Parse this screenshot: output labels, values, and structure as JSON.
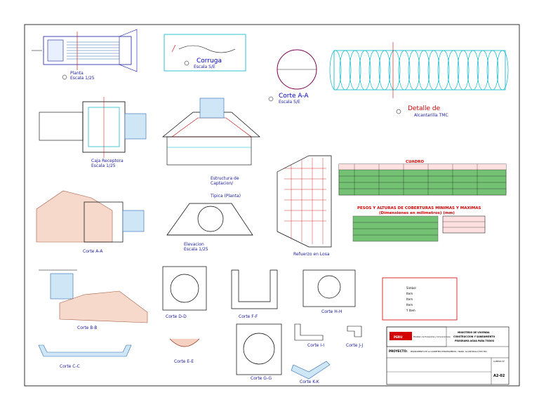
{
  "labels": {
    "planta": "Planta",
    "escala_planta": "Escala  1/25",
    "corruga": "Corruga",
    "escala_corruga": "Escala  S/E",
    "corte_aa": "Corte A-A",
    "escala_corte_aa": "Escala  S/E",
    "detalle": "Detalle de",
    "detalle_sub": "Alcantarilla TMC",
    "caja_receptora": "Caja Receptora",
    "escala_caja": "Escala  1/25",
    "estructura": "Estructura de",
    "estructura_2": "Captacion/",
    "estructura_3": "Tipica (Planta)",
    "corte_aa2": "Corte A-A",
    "elevacion": "Elevacion",
    "escala_elev": "Escala  1/25",
    "refuerzo": "Refuerzo en Losa",
    "corte_bb": "Corte B-B",
    "corte_cc": "Corte C-C",
    "corte_dd": "Corte D-D",
    "corte_ee": "Corte E-E",
    "corte_ff": "Corte F-F",
    "corte_gg": "Corte G-G",
    "corte_hh": "Corte H-H",
    "corte_ii": "Corte I-I",
    "corte_jj": "Corte J-J",
    "corte_kk": "Corte K-K"
  },
  "quadro": {
    "title": "CUADRO",
    "subtitle": "PESOS Y ALTURAS DE COBERTURAS MINIMAS Y MAXIMAS",
    "subtitle2": "(Dimensiones en milimetros) (mm)"
  },
  "legend": [
    "Simbol",
    "Item",
    "Item",
    "Item",
    "Y Item"
  ],
  "title_block": {
    "logo": "PERU",
    "line1": "Ministerio de Transportes y Comunicaciones",
    "right1": "MINISTERIO DE VIVIENDA",
    "right2": "CONSTRUCCION Y SANEAMIENTO",
    "right3": "PROGRAMA AGUA PARA TODOS",
    "project_label": "PROYECTO:",
    "project": "MEJORAMIENTO DE LA CARRETERA DEPARTAMENTAL, TRAMO: ALCANTARILLA TIPO TMC",
    "sheet_label": "LAMINA N°",
    "sheet": "A2-02"
  }
}
